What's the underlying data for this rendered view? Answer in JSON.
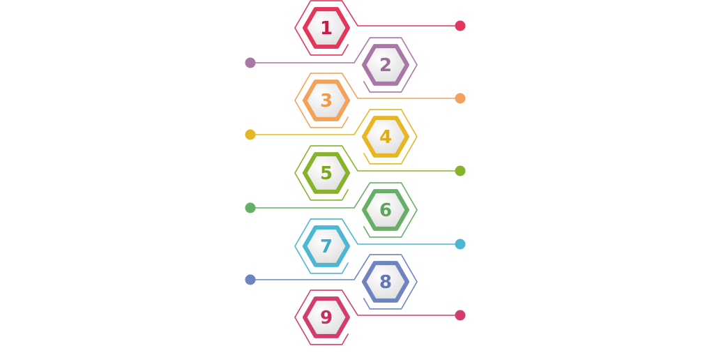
{
  "steps": [
    {
      "label": "1",
      "color": "#e2365b",
      "text_color": "#c41d45",
      "side": "right"
    },
    {
      "label": "2",
      "color": "#a877a6",
      "text_color": "#9a6a98",
      "side": "left"
    },
    {
      "label": "3",
      "color": "#f3a359",
      "text_color": "#f09a4c",
      "side": "right"
    },
    {
      "label": "4",
      "color": "#e6b722",
      "text_color": "#e0ae14",
      "side": "left"
    },
    {
      "label": "5",
      "color": "#86b329",
      "text_color": "#7aa81f",
      "side": "right"
    },
    {
      "label": "6",
      "color": "#67ae67",
      "text_color": "#5da55d",
      "side": "left"
    },
    {
      "label": "7",
      "color": "#4bb7d2",
      "text_color": "#3eabc8",
      "side": "right"
    },
    {
      "label": "8",
      "color": "#6f83c1",
      "text_color": "#6275b6",
      "side": "left"
    },
    {
      "label": "9",
      "color": "#d23d6d",
      "text_color": "#c42f60",
      "side": "right"
    }
  ]
}
